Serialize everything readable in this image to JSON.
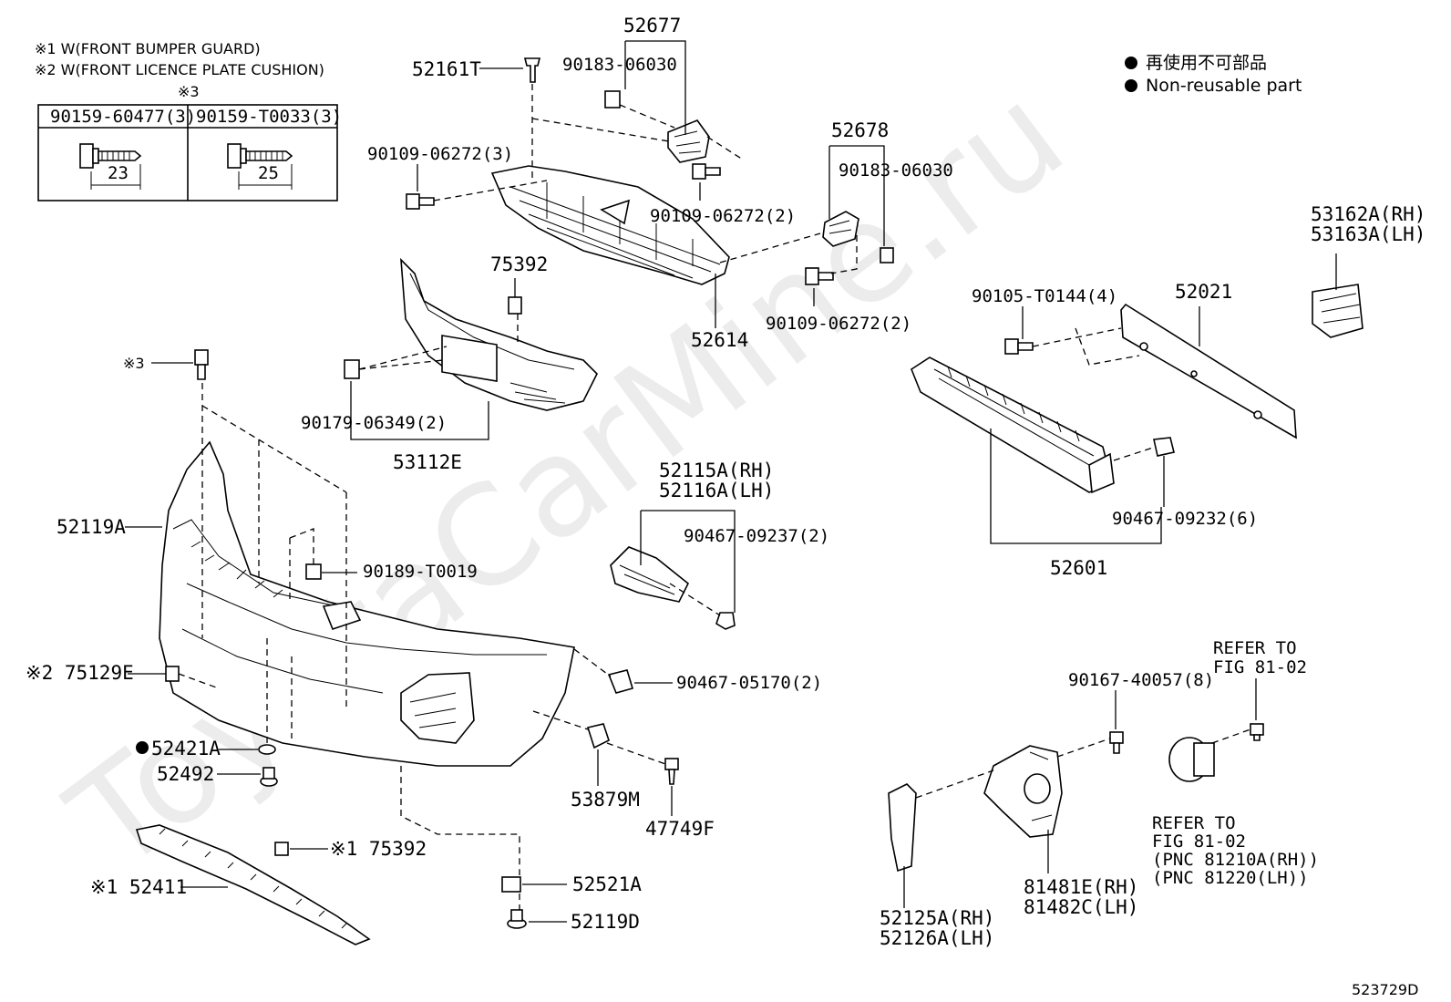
{
  "notes": {
    "n1": "※1 W(FRONT BUMPER GUARD)",
    "n2": "※2 W(FRONT LICENCE PLATE CUSHION)",
    "n3": "※3"
  },
  "bolt_table": {
    "col1_header": "90159-60477(3)",
    "col1_dim": "23",
    "col2_header": "90159-T0033(3)",
    "col2_dim": "25"
  },
  "legend": {
    "jp": "再使用不可部品",
    "en": "Non-reusable part"
  },
  "parts": {
    "p52677": "52677",
    "p90183_a": "90183-06030",
    "p52161T": "52161T",
    "p90109_3": "90109-06272(3)",
    "p90109_2a": "90109-06272(2)",
    "p52678": "52678",
    "p90183_b": "90183-06030",
    "p90109_2b": "90109-06272(2)",
    "p52614": "52614",
    "p75392_a": "75392",
    "p90179": "90179-06349(2)",
    "p53112E": "53112E",
    "p_x3": "※3",
    "p52119A": "52119A",
    "p90189": "90189-T0019",
    "p52115A": "52115A(RH)",
    "p52116A": "52116A(LH)",
    "p90467_09237": "90467-09237(2)",
    "p75129E": "※2 75129E",
    "p90467_05170": "90467-05170(2)",
    "p52421A": "52421A",
    "p52492": "52492",
    "p53879M": "53879M",
    "p47749F": "47749F",
    "p75392_b": "※1 75392",
    "p52411": "※1 52411",
    "p52521A": "52521A",
    "p52119D": "52119D",
    "p53162A": "53162A(RH)",
    "p53163A": "53163A(LH)",
    "p90105": "90105-T0144(4)",
    "p52021": "52021",
    "p90467_09232": "90467-09232(6)",
    "p52601": "52601",
    "p90167": "90167-40057(8)",
    "refer_top_1": "REFER TO",
    "refer_top_2": "FIG 81-02",
    "refer_bot_1": "REFER TO",
    "refer_bot_2": "FIG 81-02",
    "refer_bot_3": "(PNC 81210A(RH))",
    "refer_bot_4": "(PNC 81220(LH))",
    "p81481E": "81481E(RH)",
    "p81482C": "81482C(LH)",
    "p52125A": "52125A(RH)",
    "p52126A": "52126A(LH)"
  },
  "figure_id": "523729D",
  "watermark": "ToyotaCarMine.ru"
}
